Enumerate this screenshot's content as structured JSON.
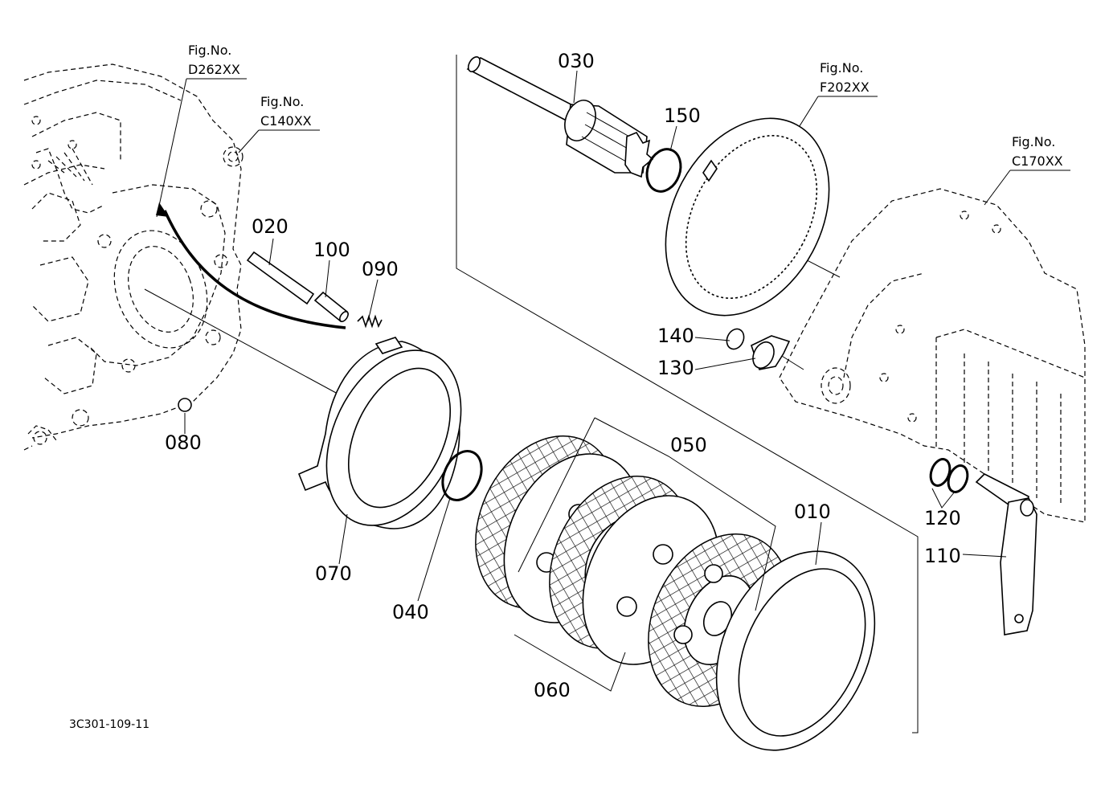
{
  "drawing_code": "3C301-109-11",
  "figure_refs": [
    {
      "title": "Fig.No.",
      "code": "D262XX"
    },
    {
      "title": "Fig.No.",
      "code": "C140XX"
    },
    {
      "title": "Fig.No.",
      "code": "F202XX"
    },
    {
      "title": "Fig.No.",
      "code": "C170XX"
    }
  ],
  "parts": [
    {
      "number": "010"
    },
    {
      "number": "020"
    },
    {
      "number": "030"
    },
    {
      "number": "040"
    },
    {
      "number": "050"
    },
    {
      "number": "060"
    },
    {
      "number": "070"
    },
    {
      "number": "080"
    },
    {
      "number": "090"
    },
    {
      "number": "100"
    },
    {
      "number": "110"
    },
    {
      "number": "120"
    },
    {
      "number": "130"
    },
    {
      "number": "140"
    },
    {
      "number": "150"
    }
  ]
}
